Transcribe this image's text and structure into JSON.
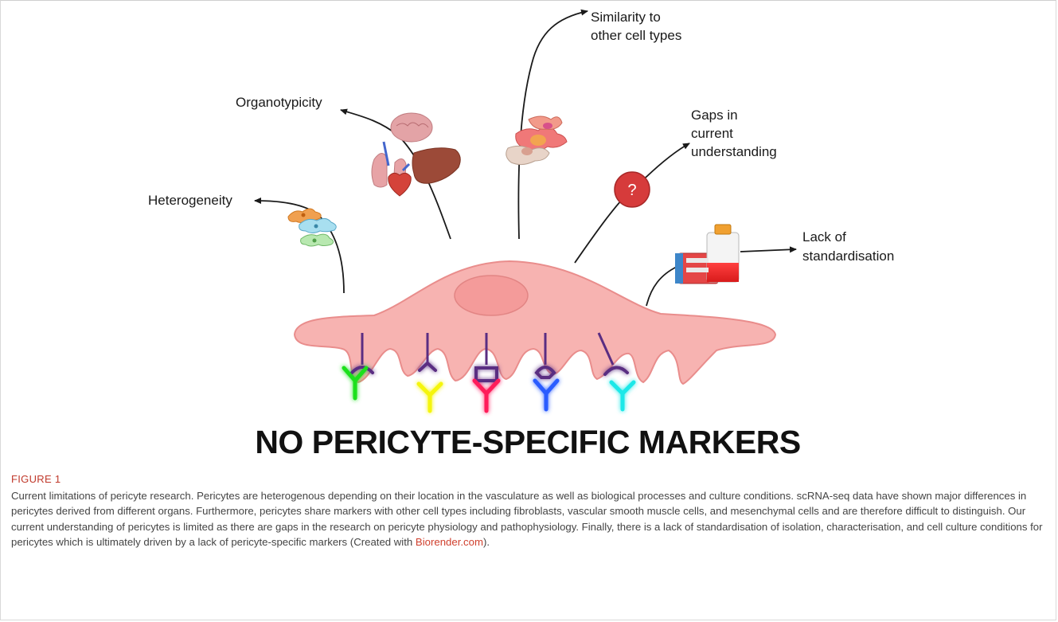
{
  "figure": {
    "labels": {
      "heterogeneity": "Heterogeneity",
      "organotypicity": "Organotypicity",
      "similarity_line1": "Similarity to",
      "similarity_line2": "other cell types",
      "gaps_line1": "Gaps in",
      "gaps_line2": "current",
      "gaps_line3": "understanding",
      "lack_line1": "Lack of",
      "lack_line2": "standardisation",
      "question_mark": "?"
    },
    "banner": "NO PERICYTE-SPECIFIC MARKERS",
    "colors": {
      "cell_body": "#f7b3b1",
      "cell_outline": "#e98d8c",
      "question_circle": "#d63b3b",
      "marker_colors": [
        "#1ee01e",
        "#f5f50a",
        "#ff1a5a",
        "#2a5cff",
        "#1ee8e8"
      ],
      "receptor_color": "#5a2d82",
      "caption_label": "#c0392b",
      "link": "#d0402e"
    },
    "icons": [
      "heterogeneous-cells-icon",
      "organs-icon",
      "similar-cells-icon",
      "question-icon",
      "culture-flask-icon",
      "antibody-icon"
    ]
  },
  "caption": {
    "label": "FIGURE 1",
    "text_before_link": "Current limitations of pericyte research. Pericytes are heterogenous depending on their location in the vasculature as well as biological processes and culture conditions. scRNA-seq data have shown major differences in pericytes derived from different organs. Furthermore, pericytes share markers with other cell types including fibroblasts, vascular smooth muscle cells, and mesenchymal cells and are therefore difficult to distinguish. Our current understanding of pericytes is limited as there are gaps in the research on pericyte physiology and pathophysiology. Finally, there is a lack of standardisation of isolation, characterisation, and cell culture conditions for pericytes which is ultimately driven by a lack of pericyte-specific markers (Created with ",
    "link_text": "Biorender.com",
    "text_after_link": ")."
  }
}
